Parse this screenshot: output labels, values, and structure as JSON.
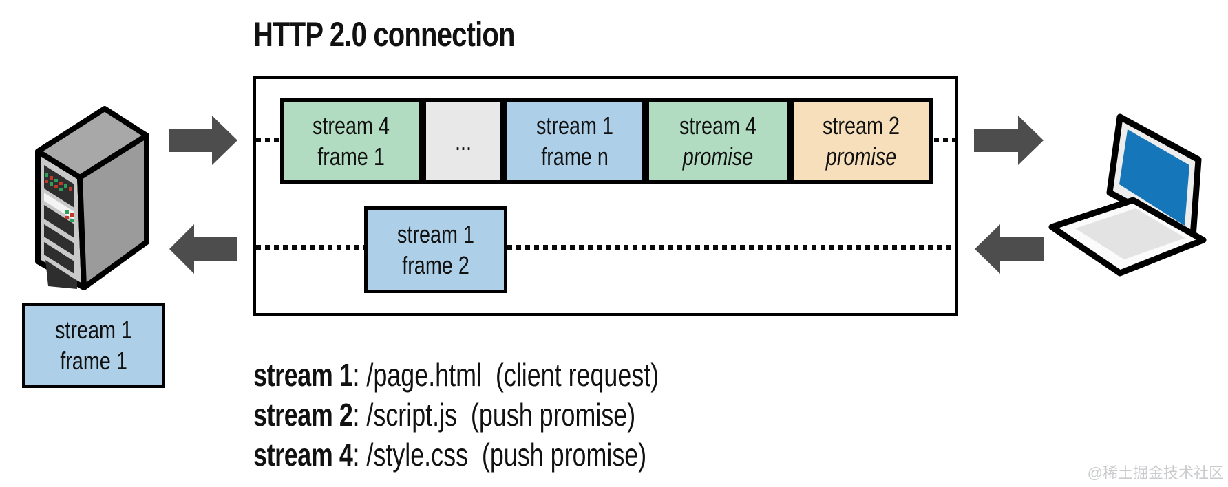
{
  "title": "HTTP 2.0 connection",
  "connection_box": {
    "top_frames": [
      {
        "line1": "stream 4",
        "line2": "frame 1",
        "color": "#b2dcc1"
      },
      {
        "line1": "...",
        "line2": "",
        "color": "#e8e8e8"
      },
      {
        "line1": "stream 1",
        "line2": "frame n",
        "color": "#aecfe8"
      },
      {
        "line1": "stream 4",
        "line2": "promise",
        "color": "#b2dcc1",
        "italic": true
      },
      {
        "line1": "stream 2",
        "line2": "promise",
        "color": "#f8dfbc",
        "italic": true
      }
    ],
    "bottom_frame": {
      "line1": "stream 1",
      "line2": "frame 2",
      "color": "#aecfe8"
    }
  },
  "server_pending_frame": {
    "line1": "stream 1",
    "line2": "frame 1",
    "color": "#aecfe8"
  },
  "legend": [
    {
      "stream": "stream 1",
      "detail": ": /page.html  (client request)"
    },
    {
      "stream": "stream 2",
      "detail": ": /script.js  (push promise)"
    },
    {
      "stream": "stream 4",
      "detail": ": /style.css  (push promise)"
    }
  ],
  "watermark": "@稀土掘金技术社区",
  "icons": [
    {
      "name": "server-icon"
    },
    {
      "name": "laptop-icon"
    },
    {
      "name": "arrow-right-server-icon"
    },
    {
      "name": "arrow-left-server-icon"
    },
    {
      "name": "arrow-right-laptop-icon"
    },
    {
      "name": "arrow-left-laptop-icon"
    }
  ],
  "colors": {
    "frame_green": "#b2dcc1",
    "frame_blue": "#aecfe8",
    "frame_peach": "#f8dfbc",
    "frame_gray": "#e8e8e8",
    "arrow_gray": "#4d4d4d",
    "laptop_screen_blue": "#1576ba",
    "outline_black": "#000000"
  }
}
